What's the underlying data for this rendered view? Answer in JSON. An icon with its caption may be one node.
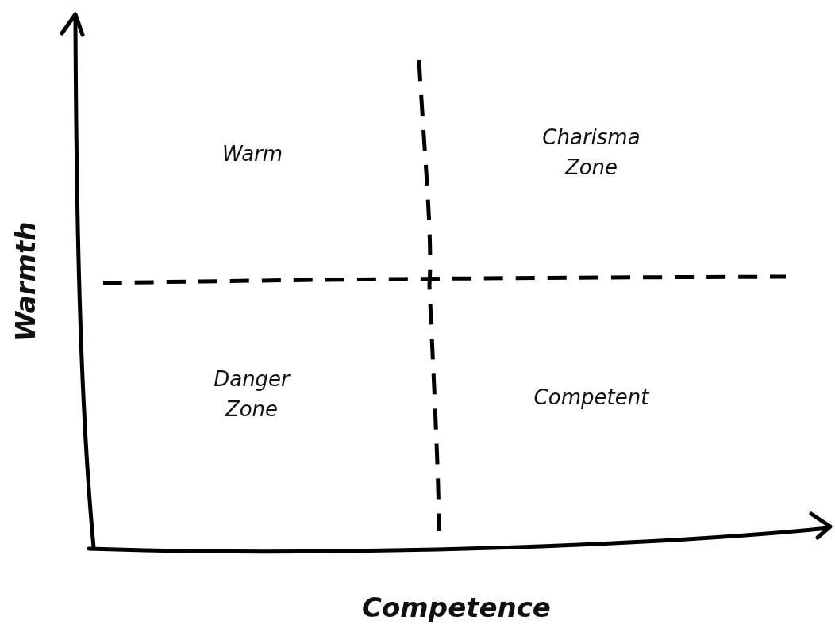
{
  "diagram": {
    "labels": [
      "Warm",
      "Charisma Zone",
      "Danger Zone",
      "Competent",
      "Warmth",
      "Competence"
    ]
  }
}
